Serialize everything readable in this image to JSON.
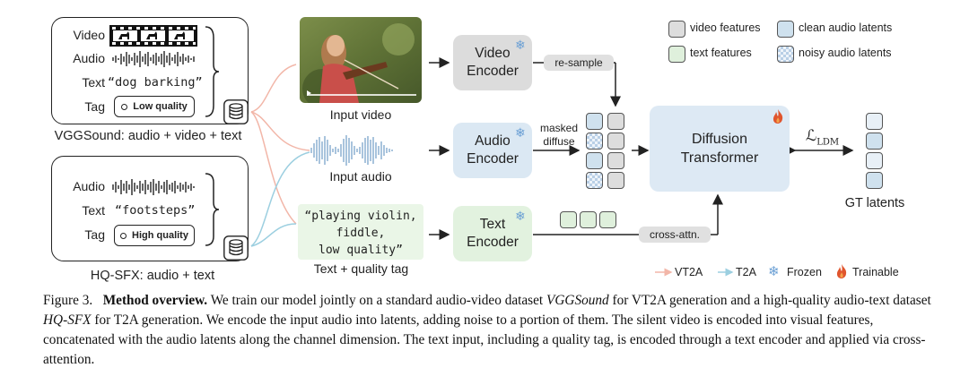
{
  "datasets": {
    "vgg": {
      "rows": [
        "Video",
        "Audio",
        "Text",
        "Tag"
      ],
      "text_value": "“dog barking”",
      "tag": "Low quality",
      "label": "VGGSound: audio + video + text"
    },
    "hq": {
      "rows": [
        "Audio",
        "Text",
        "Tag"
      ],
      "text_value": "“footsteps”",
      "tag": "High quality",
      "label": "HQ-SFX: audio + text"
    }
  },
  "inputs": {
    "video_label": "Input video",
    "audio_label": "Input audio",
    "text_lines": [
      "“playing violin,",
      "fiddle,",
      "low quality”"
    ],
    "text_label": "Text + quality tag"
  },
  "encoders": {
    "video": "Video\nEncoder",
    "audio": "Audio\nEncoder",
    "text": "Text\nEncoder"
  },
  "ops": {
    "resample": "re-sample",
    "masked_diffuse_1": "masked",
    "masked_diffuse_2": "diffuse",
    "cross_attn": "cross-attn."
  },
  "diffusion": {
    "label": "Diffusion\nTransformer",
    "loss": "ℒ",
    "loss_sub": "LDM"
  },
  "gt_label": "GT latents",
  "legend": {
    "video_features": "video features",
    "clean_audio": "clean audio latents",
    "text_features": "text features",
    "noisy_audio": "noisy audio latents",
    "vt2a": "VT2A",
    "t2a": "T2A",
    "frozen": "Frozen",
    "trainable": "Trainable"
  },
  "colors": {
    "vt2a_arrow": "#f2b6a8",
    "t2a_arrow": "#9ccfe0",
    "frozen": "#6a9fd4",
    "trainable": "#e0552d"
  },
  "icons": {
    "frozen": "snowflake-icon",
    "trainable": "flame-icon",
    "database": "database-icon"
  },
  "caption": {
    "fig": "Figure 3.",
    "title": "Method overview.",
    "p1": "We train our model jointly on a standard audio-video dataset",
    "ds1": "VGGSound",
    "p2": "for VT2A generation and a high-quality audio-text dataset",
    "ds2": "HQ-SFX",
    "p3": "for T2A generation. We encode the input audio into latents, adding noise to a portion of them. The silent video is encoded into visual features, concatenated with the audio latents along the channel dimension. The text input, including a quality tag, is encoded through a text encoder and applied via cross-attention."
  }
}
